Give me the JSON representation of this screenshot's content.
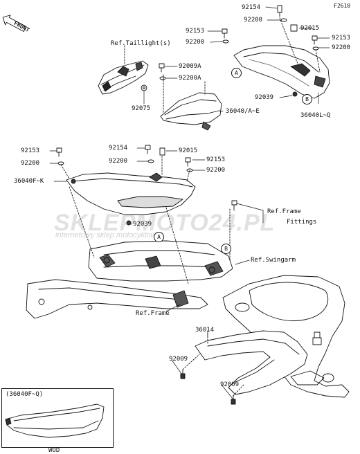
{
  "figure_code": "F2610",
  "front_indicator": "FRONT",
  "watermark": {
    "brand": "SKLEPMOTO24.PL",
    "tagline": "internetowy sklep motocyklowy"
  },
  "colors": {
    "line": "#111111",
    "watermark": "#888888",
    "shade": "#555555"
  },
  "labels": {
    "p92154_top": "92154",
    "p92200_top": "92200",
    "p92153_top": "92153",
    "p92200_topleft": "92200",
    "p92015_right": "92015",
    "p92153_right": "92153",
    "p92200_right": "92200",
    "ref_taillight": "Ref.Taillight(s)",
    "p92009A": "92009A",
    "p92200A": "92200A",
    "p92075": "92075",
    "p36040AE": "36040/A~E",
    "p92039_right": "92039",
    "p36040LQ": "36040L~Q",
    "p92153_left": "92153",
    "p92200_left": "92200",
    "p36040FK": "36040F~K",
    "p92154_mid": "92154",
    "p92015_mid": "92015",
    "p92200_mid": "92200",
    "p92153_mid": "92153",
    "p92200_mid2": "92200",
    "ref_frame_fittings_1": "Ref.Frame",
    "ref_frame_fittings_2": "Fittings",
    "p92039_mid": "92039",
    "ref_swingarm": "Ref.Swingarm",
    "ref_frame": "Ref.Frame",
    "p36014": "36014",
    "p92009_a": "92009",
    "p92009_b": "92009",
    "inset_title": "(36040F~Q)",
    "inset_caption": "WOD"
  },
  "callouts": {
    "a1": "A",
    "a2": "A",
    "b1": "B",
    "b2": "B"
  }
}
